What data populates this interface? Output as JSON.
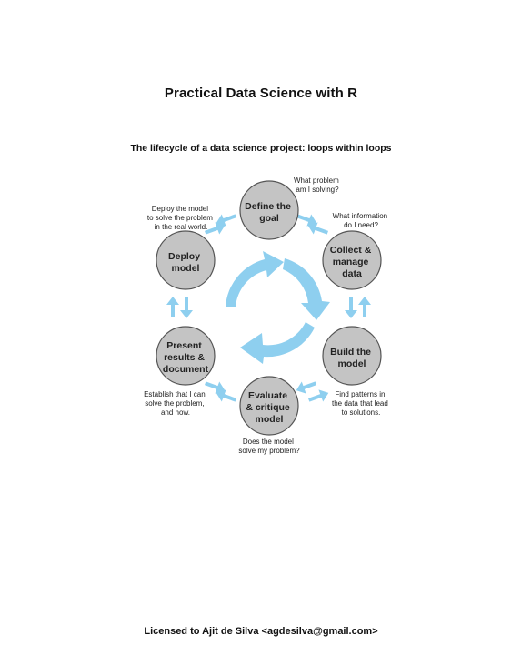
{
  "document": {
    "title": "Practical Data Science with R",
    "caption": "The lifecycle of a data science project: loops within loops",
    "footer": "Licensed to Ajit de Silva <agdesilva@gmail.com>"
  },
  "colors": {
    "stage_fill": "#c4c4c4",
    "stage_stroke": "#555555",
    "arrow": "#8ecfef"
  },
  "stages": [
    {
      "id": "define-goal",
      "lines": [
        "Define the",
        "goal"
      ]
    },
    {
      "id": "collect-manage-data",
      "lines": [
        "Collect &",
        "manage",
        "data"
      ]
    },
    {
      "id": "build-model",
      "lines": [
        "Build the",
        "model"
      ]
    },
    {
      "id": "evaluate-critique-model",
      "lines": [
        "Evaluate",
        "& critique",
        "model"
      ]
    },
    {
      "id": "present-results-document",
      "lines": [
        "Present",
        "results &",
        "document"
      ]
    },
    {
      "id": "deploy-model",
      "lines": [
        "Deploy",
        "model"
      ]
    }
  ],
  "notes": [
    {
      "id": "define-goal",
      "lines": [
        "What problem",
        "am I solving?"
      ]
    },
    {
      "id": "collect-manage-data",
      "lines": [
        "What information",
        "do I need?"
      ]
    },
    {
      "id": "build-model",
      "lines": [
        "Find patterns in",
        "the data that lead",
        "to solutions."
      ]
    },
    {
      "id": "evaluate-critique-model",
      "lines": [
        "Does the model",
        "solve my problem?"
      ]
    },
    {
      "id": "present-results-document",
      "lines": [
        "Establish that I can",
        "solve the problem,",
        "and how."
      ]
    },
    {
      "id": "deploy-model",
      "lines": [
        "Deploy the model",
        "to solve the problem",
        "in the real world."
      ]
    }
  ]
}
